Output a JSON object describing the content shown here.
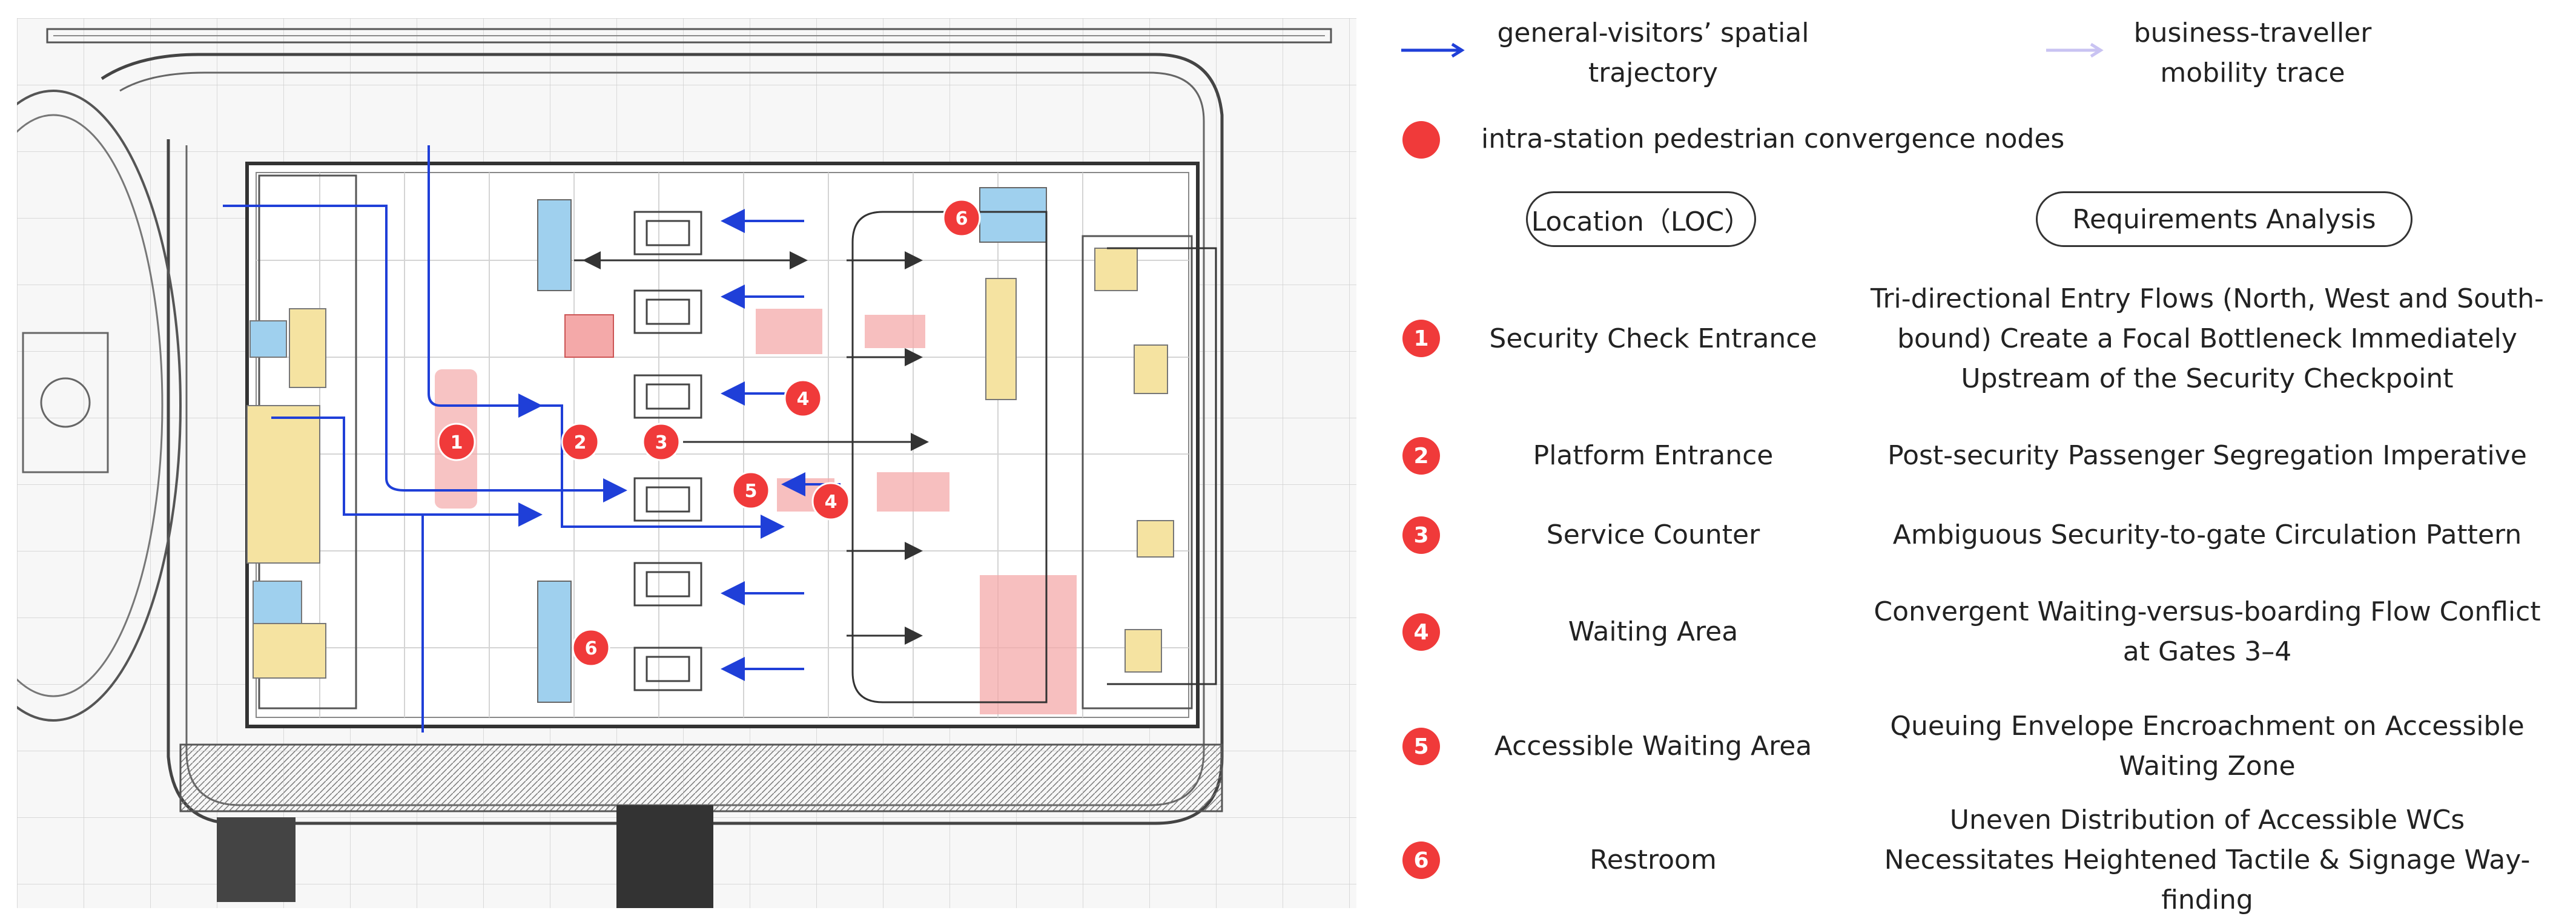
{
  "legend": {
    "general_visitors": "general-visitors’ spatial trajectory",
    "business_traveller": "business-traveller mobility trace",
    "convergence_nodes": "intra-station pedestrian convergence nodes"
  },
  "headers": {
    "location": "Location（LOC）",
    "requirements": "Requirements Analysis"
  },
  "rows": [
    {
      "num": "1",
      "location": "Security Check Entrance",
      "requirement": "Tri-directional Entry Flows (North, West and South-bound) Create a Focal Bottleneck Immediately Upstream of the Security Checkpoint"
    },
    {
      "num": "2",
      "location": "Platform Entrance",
      "requirement": "Post-security Passenger Segregation Imperative"
    },
    {
      "num": "3",
      "location": "Service Counter",
      "requirement": "Ambiguous Security-to-gate Circulation Pattern"
    },
    {
      "num": "4",
      "location": "Waiting Area",
      "requirement": "Convergent Waiting-versus-boarding Flow Conflict at Gates 3–4"
    },
    {
      "num": "5",
      "location": "Accessible Waiting Area",
      "requirement": "Queuing Envelope Encroachment on Accessible Waiting Zone"
    },
    {
      "num": "6",
      "location": "Restroom",
      "requirement": "Uneven Distribution of Accessible WCs Necessitates Heightened Tactile & Signage Way-finding"
    }
  ],
  "plan_markers": [
    "1",
    "2",
    "3",
    "4",
    "5",
    "4",
    "6",
    "6"
  ],
  "colors": {
    "node_red": "#f03a3a",
    "general_arrow": "#1f3fd8",
    "business_arrow": "#c9c3f2",
    "zone_pink": "#f4a9a9",
    "zone_blue": "#9fd0ee",
    "zone_yellow": "#f5e3a1"
  }
}
